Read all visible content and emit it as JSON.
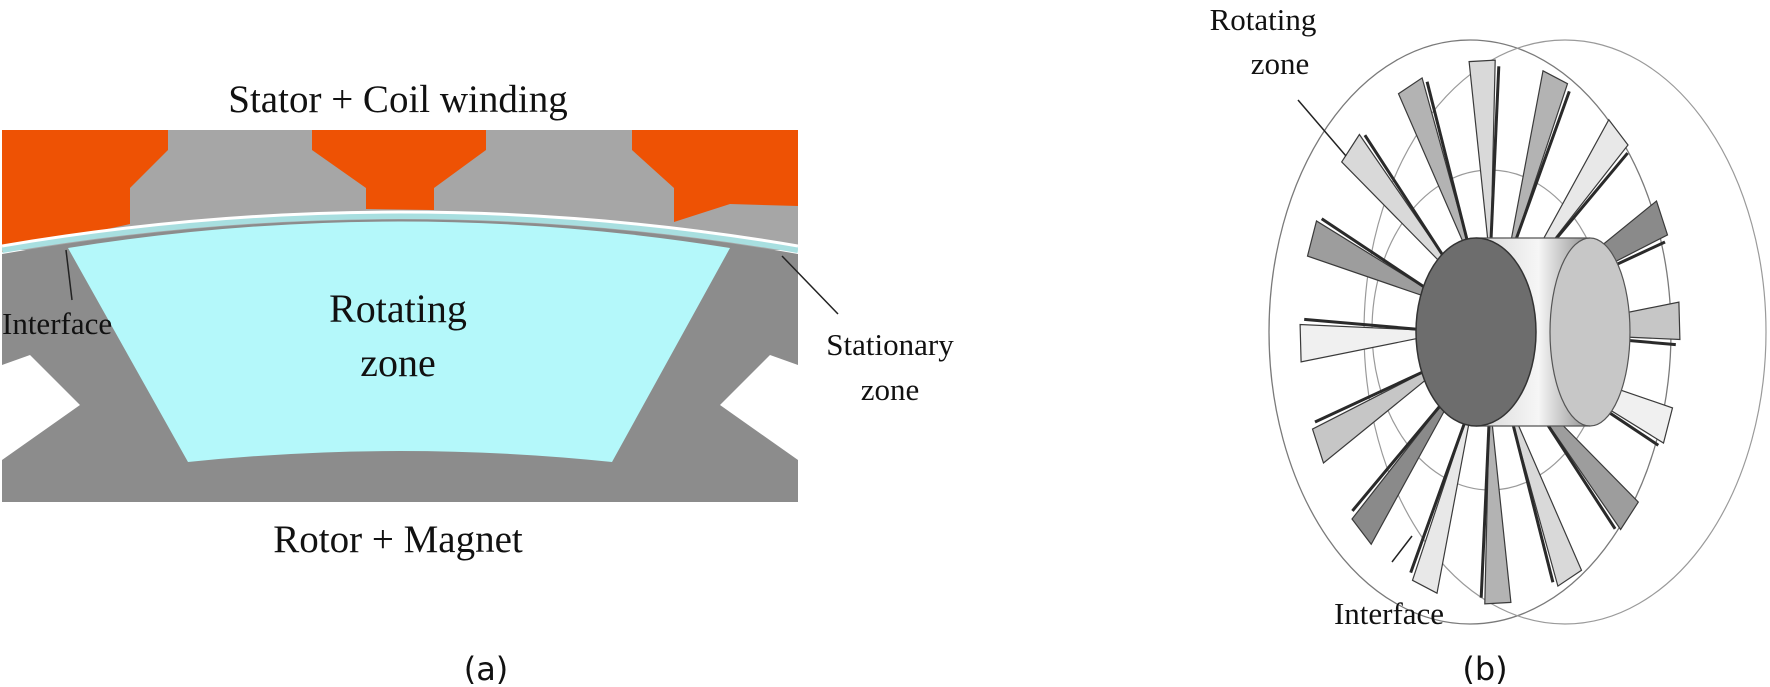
{
  "panel_a": {
    "caption": "(a)",
    "label_stator": "Stator + Coil winding",
    "label_rotor": "Rotor + Magnet",
    "label_interface": "Interface",
    "label_rotating_1": "Rotating",
    "label_rotating_2": "zone",
    "label_stationary_1": "Stationary",
    "label_stationary_2": "zone"
  },
  "panel_b": {
    "caption": "(b)",
    "label_rotating_1": "Rotating",
    "label_rotating_2": "zone",
    "label_interface": "Interface"
  },
  "colors": {
    "coil": "#ee5204",
    "stator": "#a6a6a6",
    "rotor": "#8c8c8c",
    "rotating_zone": "#b4f8fa",
    "stationary_ring": "#a8dfe0"
  }
}
